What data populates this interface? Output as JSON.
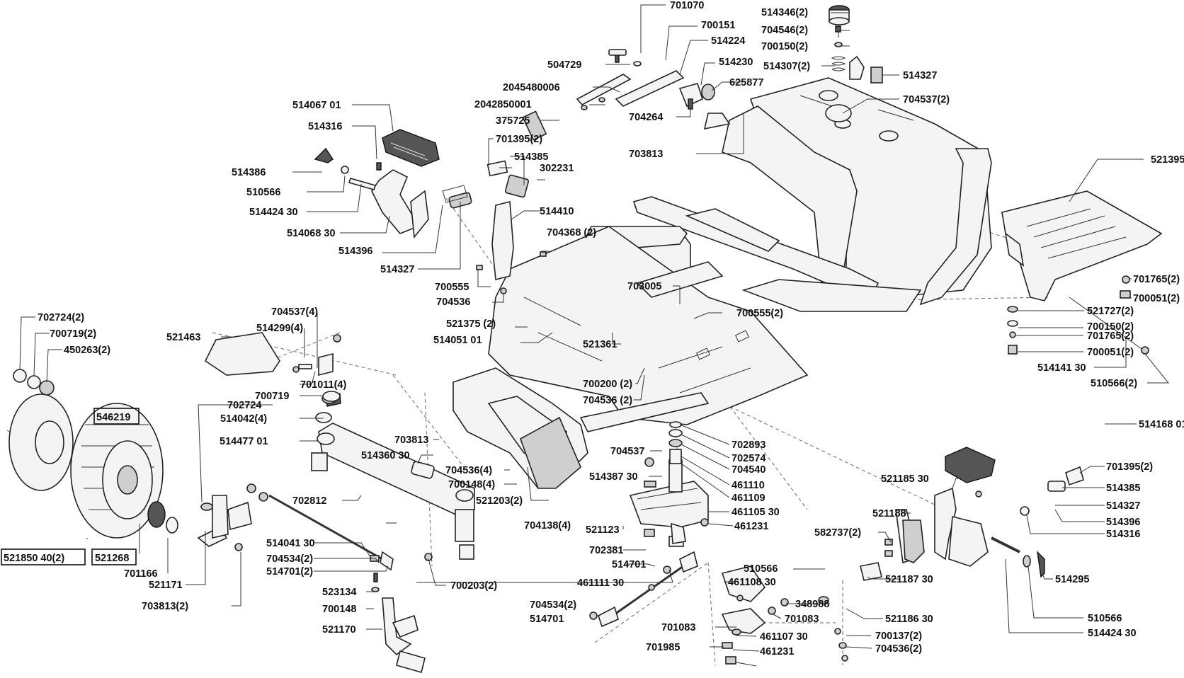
{
  "diagram": {
    "labels": {
      "p701070": "701070",
      "p700151": "700151",
      "p514224": "514224",
      "p514346_2": "514346(2)",
      "p704546_2": "704546(2)",
      "p700150_2_top": "700150(2)",
      "p504729": "504729",
      "p514230": "514230",
      "p514307_2": "514307(2)",
      "p514327_top": "514327",
      "p625877": "625877",
      "p2045480006": "2045480006",
      "p2042850001": "2042850001",
      "p375725": "375725",
      "p704264": "704264",
      "p704537_2_top": "704537(2)",
      "p514067_01": "514067 01",
      "p514316_left": "514316",
      "p514386": "514386",
      "p510566_left": "510566",
      "p514424_30_left": "514424 30",
      "p514068_30": "514068 30",
      "p514396_left": "514396",
      "p514327_left": "514327",
      "p701395_2_left": "701395(2)",
      "p514385_left": "514385",
      "p302231": "302231",
      "p514410": "514410",
      "p703813_top": "703813",
      "p521395": "521395",
      "p704368_2": "704368 (2)",
      "p700555": "700555",
      "p704536": "704536",
      "p703005": "703005",
      "p701765_2_r1": "701765(2)",
      "p700051_2_r1": "700051(2)",
      "p521727_2": "521727(2)",
      "p700150_2_r": "700150(2)",
      "p701765_2_r2": "701765(2)",
      "p700051_2_r2": "700051(2)",
      "p514141_30": "514141 30",
      "p510566_2": "510566(2)",
      "p702724_2": "702724(2)",
      "p700719_2": "700719(2)",
      "p450263_2": "450263(2)",
      "p704537_4": "704537(4)",
      "p514299_4": "514299(4)",
      "p521375_2": "521375 (2)",
      "p514051_01": "514051 01",
      "p700555_2": "700555(2)",
      "p521463": "521463",
      "p521361": "521361",
      "p701011_4": "701011(4)",
      "p700200_2": "700200 (2)",
      "p704536_2_mid": "704536 (2)",
      "p700719": "700719",
      "p702724": "702724",
      "p546219": "546219",
      "p514042_4": "514042(4)",
      "p514477_01": "514477 01",
      "p703813_mid": "703813",
      "p514360_30": "514360 30",
      "p704536_4": "704536(4)",
      "p700148_4": "700148(4)",
      "p521203_2": "521203(2)",
      "p704537_mid": "704537",
      "p514387_30": "514387 30",
      "p702893": "702893",
      "p702574": "702574",
      "p704540": "704540",
      "p461110": "461110",
      "p461109": "461109",
      "p461105_30": "461105 30",
      "p461231_a": "461231",
      "p514168_01": "514168 01",
      "p701395_2_right": "701395(2)",
      "p514385_right": "514385",
      "p521185_30": "521185 30",
      "p514327_right": "514327",
      "p514396_right": "514396",
      "p514316_right": "514316",
      "p521188": "521188",
      "p582737_2": "582737(2)",
      "p702812": "702812",
      "p704138_4": "704138(4)",
      "p521123": "521123",
      "p702381": "702381",
      "p514701_mid": "514701",
      "p514041_30": "514041 30",
      "p704534_2_left": "704534(2)",
      "p514701_2": "514701(2)",
      "p521850_40_2": "521850 40(2)",
      "p521268": "521268",
      "p701166": "701166",
      "p521171": "521171",
      "p703813_2": "703813(2)",
      "p523134": "523134",
      "p700148": "700148",
      "p521170": "521170",
      "p700203_2": "700203(2)",
      "p461111_30": "461111 30",
      "p510566_mid": "510566",
      "p461108_30": "461108 30",
      "p521187_30": "521187 30",
      "p514295": "514295",
      "p348988": "348988",
      "p701083_r": "701083",
      "p521186_30": "521186 30",
      "p510566_right": "510566",
      "p514424_30_right": "514424 30",
      "p704534_2_bot": "704534(2)",
      "p514701_bot": "514701",
      "p701083_l": "701083",
      "p461107_30": "461107 30",
      "p700137_2": "700137(2)",
      "p701985": "701985",
      "p461231_b": "461231",
      "p704536_2_bot": "704536(2)"
    }
  }
}
